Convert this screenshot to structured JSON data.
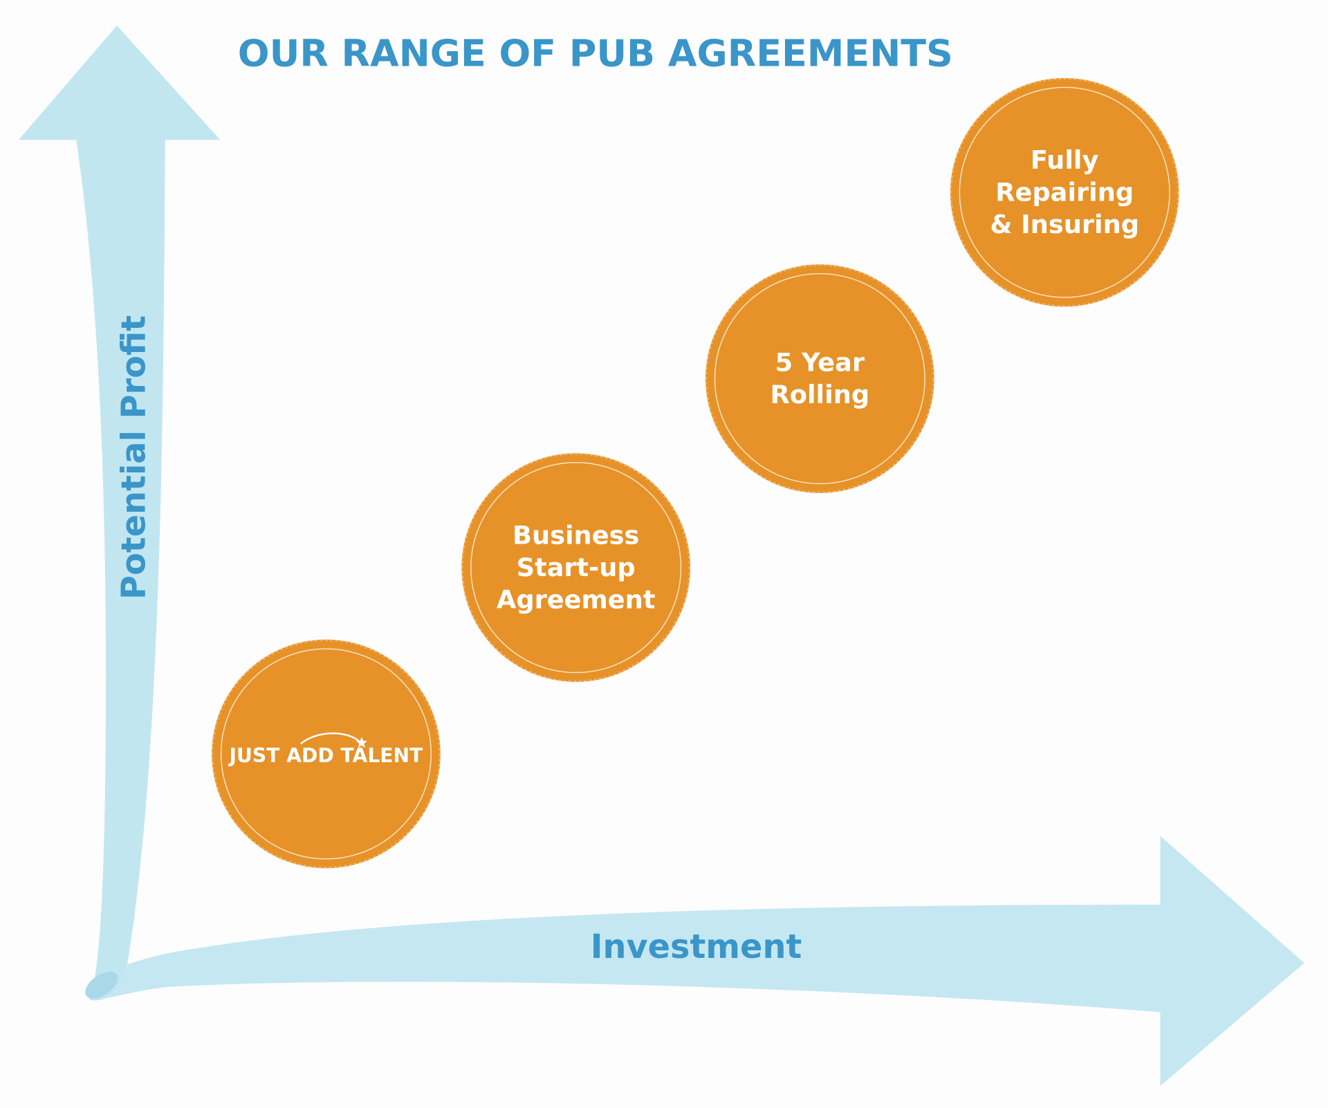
{
  "title": "OUR RANGE OF PUB AGREEMENTS",
  "y_axis_label": "Potential Profit",
  "x_axis_label": "Investment",
  "agreements": [
    {
      "lines": [
        "JUST ADD TALENT"
      ],
      "logo": true
    },
    {
      "lines": [
        "Business",
        "Start-up",
        "Agreement"
      ]
    },
    {
      "lines": [
        "5 Year",
        "Rolling"
      ]
    },
    {
      "lines": [
        "Fully",
        "Repairing",
        "& Insuring"
      ]
    }
  ],
  "colors": {
    "arrow": "#c2e6f0",
    "badge": "#e69229",
    "text_blue": "#3a95c9"
  }
}
